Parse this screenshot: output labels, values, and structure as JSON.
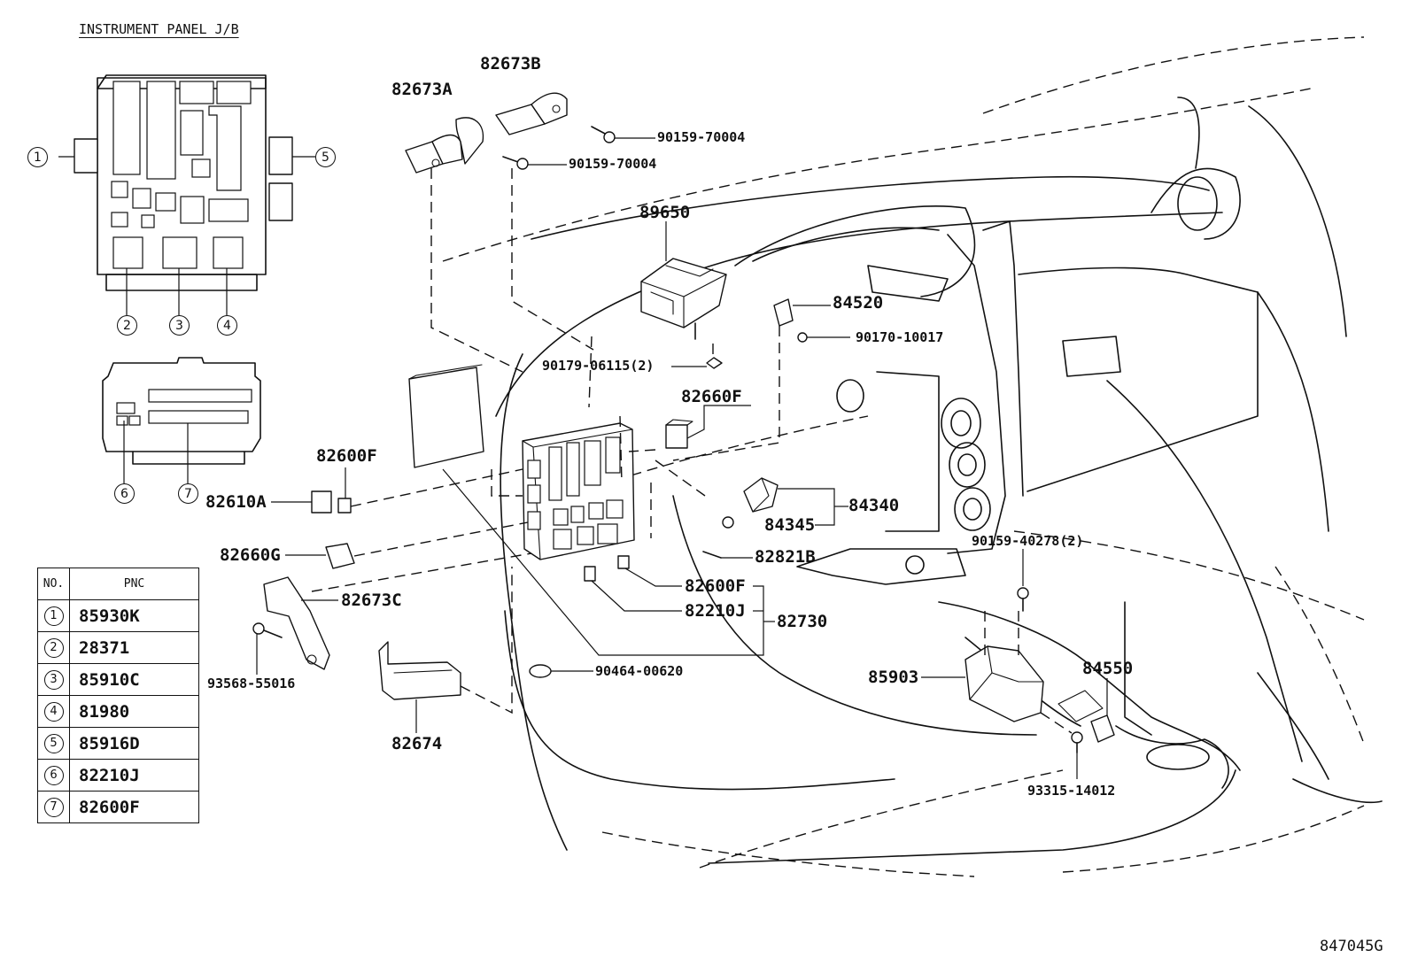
{
  "header": {
    "title": "INSTRUMENT PANEL J/B"
  },
  "circle_numbers": [
    "1",
    "2",
    "3",
    "4",
    "5",
    "6",
    "7"
  ],
  "callouts": {
    "p82673B": "82673B",
    "p82673A": "82673A",
    "p90159_70004_a": "90159-70004",
    "p90159_70004_b": "90159-70004",
    "p89650": "89650",
    "p84520": "84520",
    "p90170_10017": "90170-10017",
    "p90179_06115": "90179-06115(2)",
    "p82660F": "82660F",
    "p82600F_top": "82600F",
    "p82610A": "82610A",
    "p84340": "84340",
    "p84345": "84345",
    "p82660G": "82660G",
    "p82821B": "82821B",
    "p90159_40278": "90159-40278(2)",
    "p82600F_mid": "82600F",
    "p82673C": "82673C",
    "p82210J": "82210J",
    "p82730": "82730",
    "p84550": "84550",
    "p85903": "85903",
    "p90464_00620": "90464-00620",
    "p93568_55016": "93568-55016",
    "p82674": "82674",
    "p93315_14012": "93315-14012"
  },
  "pnc_table": {
    "headers": {
      "no": "NO.",
      "pnc": "PNC"
    },
    "rows": [
      {
        "no": "1",
        "pnc": "85930K"
      },
      {
        "no": "2",
        "pnc": "28371"
      },
      {
        "no": "3",
        "pnc": "85910C"
      },
      {
        "no": "4",
        "pnc": "81980"
      },
      {
        "no": "5",
        "pnc": "85916D"
      },
      {
        "no": "6",
        "pnc": "82210J"
      },
      {
        "no": "7",
        "pnc": "82600F"
      }
    ]
  },
  "footer": {
    "figure_code": "847045G"
  }
}
